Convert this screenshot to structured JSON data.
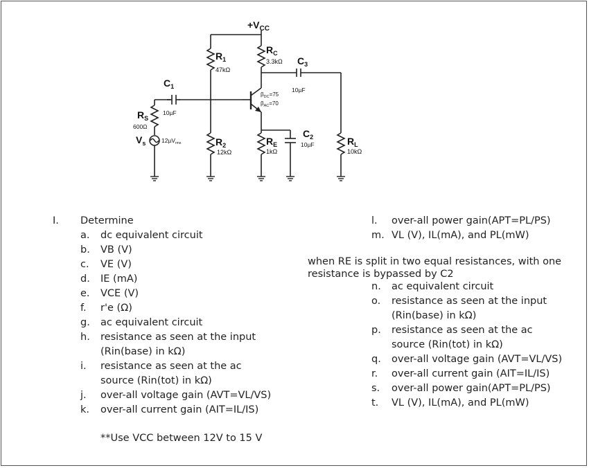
{
  "circuit": {
    "vcc_label": "+V",
    "vcc_sub": "CC",
    "r1": {
      "label": "R",
      "sub": "1",
      "value": "47kΩ"
    },
    "rc": {
      "label": "R",
      "sub": "C",
      "value": "3.3kΩ"
    },
    "c3": {
      "label": "C",
      "sub": "3",
      "value": "10µF"
    },
    "c1": {
      "label": "C",
      "sub": "1",
      "value": "10µF"
    },
    "beta_dc": "β",
    "beta_dc_sub": "DC",
    "beta_dc_val": "=75",
    "beta_ac": "β",
    "beta_ac_sub": "AC",
    "beta_ac_val": "=70",
    "rs": {
      "label": "R",
      "sub": "S",
      "value": "600Ω"
    },
    "vs": {
      "label": "V",
      "sub": "s",
      "value": "12µV",
      "value_sub": "rms"
    },
    "r2": {
      "label": "R",
      "sub": "2",
      "value": "12kΩ"
    },
    "re": {
      "label": "R",
      "sub": "E",
      "value": "1kΩ"
    },
    "c2": {
      "label": "C",
      "sub": "2",
      "value": "10µF"
    },
    "rl": {
      "label": "R",
      "sub": "L",
      "value": "10kΩ"
    }
  },
  "questions": {
    "roman": "I.",
    "intro": "Determine",
    "left_items": [
      {
        "letter": "a.",
        "text": "dc equivalent circuit"
      },
      {
        "letter": "b.",
        "text": "VB (V)"
      },
      {
        "letter": "c.",
        "text": "VE (V)"
      },
      {
        "letter": "d.",
        "text": "IE (mA)"
      },
      {
        "letter": "e.",
        "text": "VCE (V)"
      },
      {
        "letter": "f.",
        "text": "r'e (Ω)"
      },
      {
        "letter": "g.",
        "text": "ac equivalent circuit"
      },
      {
        "letter": "h.",
        "text": "resistance as seen at the input",
        "cont": "(Rin(base) in kΩ)"
      },
      {
        "letter": "i.",
        "text": "resistance as seen at the ac",
        "cont": "source (Rin(tot) in kΩ)"
      },
      {
        "letter": "j.",
        "text": "over-all voltage gain (AVT=VL/VS)"
      },
      {
        "letter": "k.",
        "text": "over-all current gain (AIT=IL/IS)"
      }
    ],
    "note": "**Use VCC between 12V to 15 V",
    "right_top": [
      {
        "letter": "l.",
        "text": "over-all power gain(APT=PL/PS)"
      },
      {
        "letter": "m.",
        "text": "VL (V), IL(mA), and PL(mW)"
      }
    ],
    "split_line1": "when RE is split in two equal resistances, with one",
    "split_line2": "resistance is bypassed by C2",
    "right_items": [
      {
        "letter": "n.",
        "text": "ac equivalent circuit"
      },
      {
        "letter": "o.",
        "text": "resistance as seen at the input",
        "cont": "(Rin(base) in kΩ)"
      },
      {
        "letter": "p.",
        "text": "resistance as seen at the ac",
        "cont": "source (Rin(tot) in kΩ)"
      },
      {
        "letter": "q.",
        "text": "over-all voltage gain (AVT=VL/VS)"
      },
      {
        "letter": "r.",
        "text": "over-all current gain (AIT=IL/IS)"
      },
      {
        "letter": "s.",
        "text": "over-all power gain(APT=PL/PS)"
      },
      {
        "letter": "t.",
        "text": "VL (V), IL(mA), and PL(mW)"
      }
    ]
  }
}
